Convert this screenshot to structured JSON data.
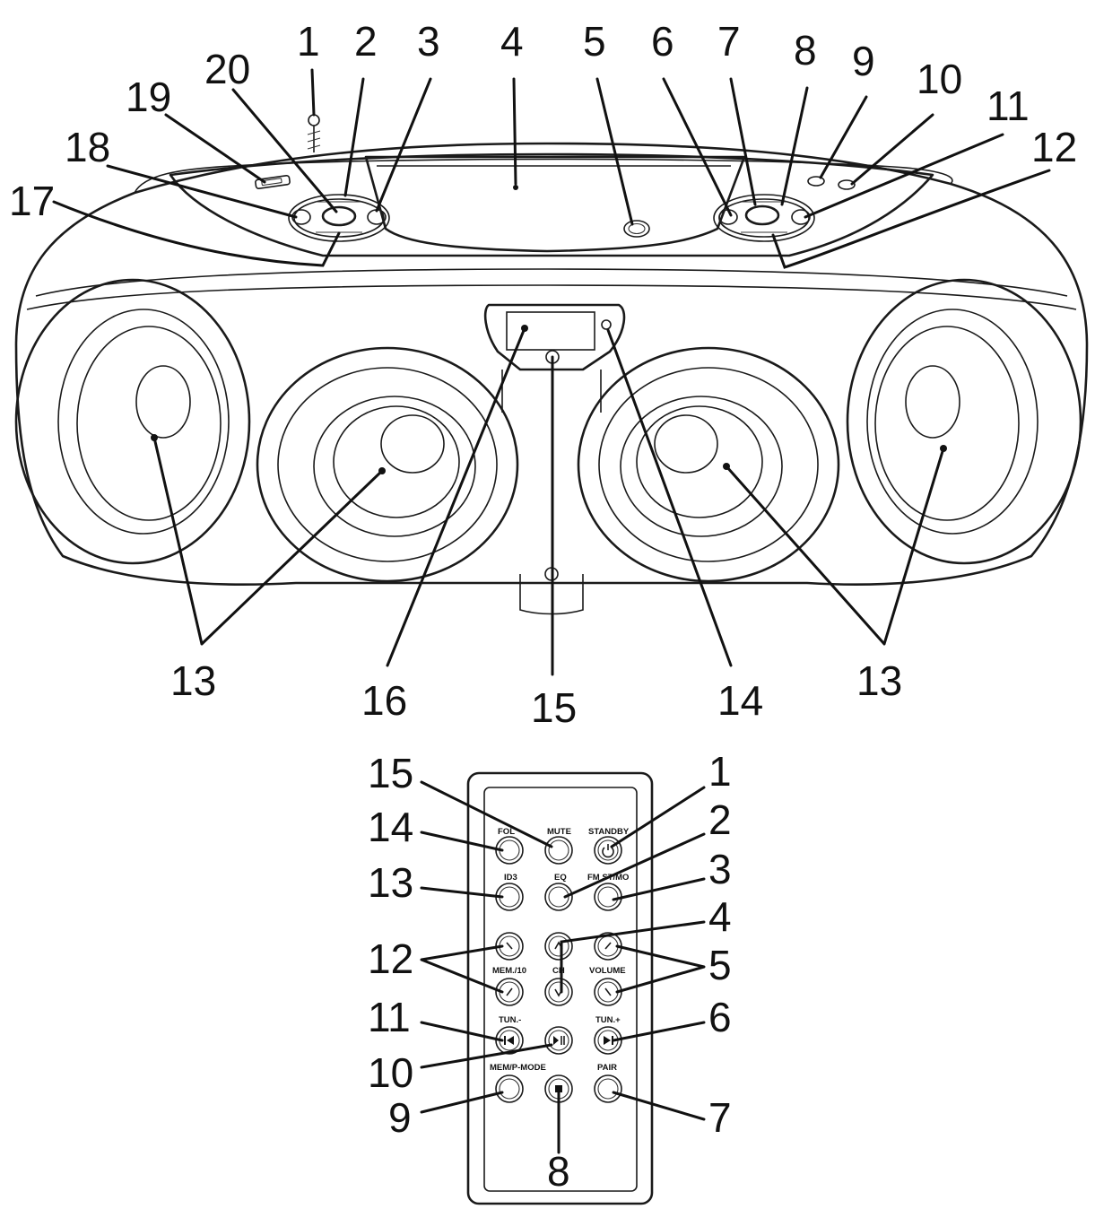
{
  "boombox": {
    "callouts": {
      "c1": "1",
      "c2": "2",
      "c3": "3",
      "c4": "4",
      "c5": "5",
      "c6": "6",
      "c7": "7",
      "c8": "8",
      "c9": "9",
      "c10": "10",
      "c11": "11",
      "c12": "12",
      "c13a": "13",
      "c13b": "13",
      "c14": "14",
      "c15": "15",
      "c16": "16",
      "c17": "17",
      "c18": "18",
      "c19": "19",
      "c20": "20"
    }
  },
  "remote": {
    "button_labels": {
      "folder": "FOL",
      "mute": "MUTE",
      "standby": "STANDBY",
      "id3": "ID3",
      "eq": "EQ",
      "fm_stereo": "FM ST/MO",
      "mem_10": "MEM./10",
      "ch": "CH",
      "volume": "VOLUME",
      "tun_minus": "TUN.-",
      "tun_plus": "TUN.+",
      "mem_p_mode": "MEM/P-MODE",
      "pair": "PAIR"
    },
    "callouts": {
      "r1": "1",
      "r2": "2",
      "r3": "3",
      "r4": "4",
      "r5": "5",
      "r6": "6",
      "r7": "7",
      "r8": "8",
      "r9": "9",
      "r10": "10",
      "r11": "11",
      "r12": "12",
      "r13": "13",
      "r14": "14",
      "r15": "15"
    }
  },
  "icons": {
    "standby": "power-icon",
    "play_pause": "play-pause-icon",
    "stop": "stop-icon",
    "prev": "skip-previous-icon",
    "next": "skip-next-icon"
  }
}
